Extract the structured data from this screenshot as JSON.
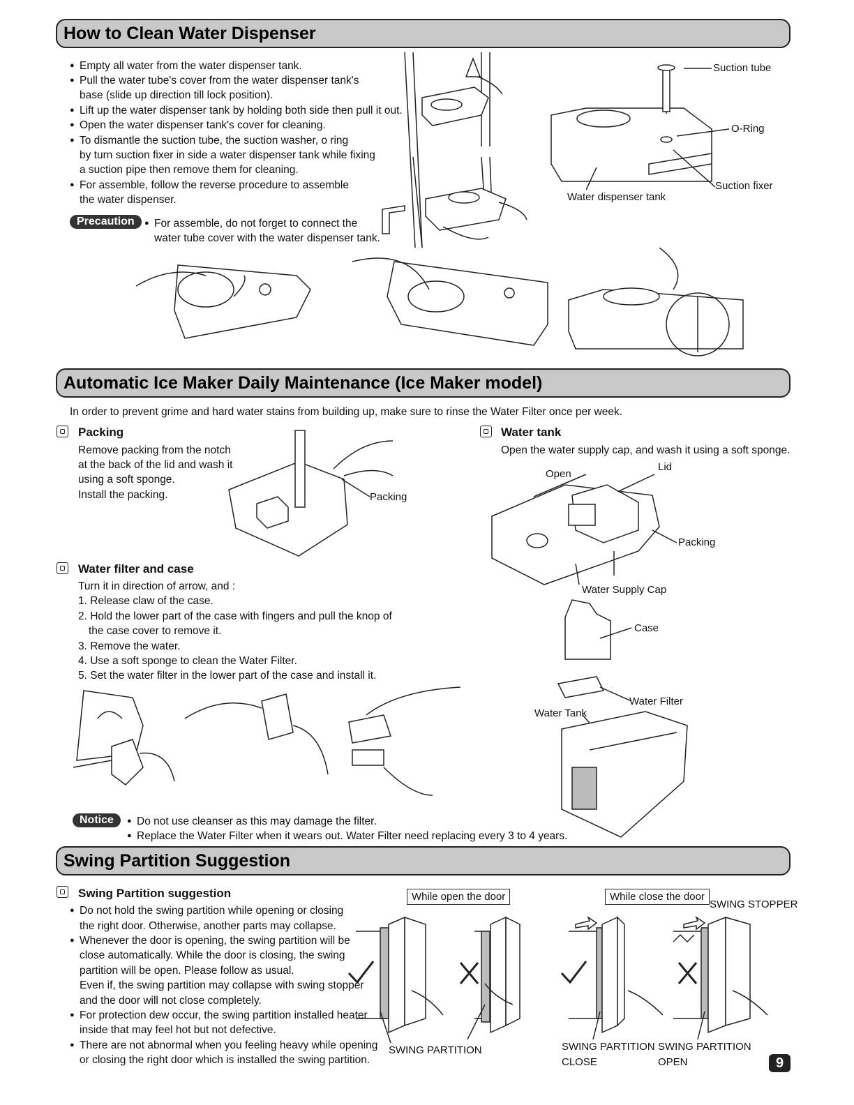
{
  "sections": {
    "water_dispenser": {
      "title": "How to Clean Water Dispenser",
      "bullets": [
        "Empty all water from the water dispenser tank.",
        "Pull the water tube's cover from the water dispenser tank's",
        "base (slide up direction till lock position).",
        "Lift up the water dispenser tank by holding both side then pull it out.",
        "Open the water dispenser tank's cover for cleaning.",
        "To dismantle the suction tube, the suction washer, o ring",
        "by turn suction fixer in side a water dispenser tank while fixing",
        "a suction pipe then remove them for cleaning.",
        "For assemble, follow the reverse procedure to assemble",
        "the water dispenser."
      ],
      "precaution_badge": "Precaution",
      "precaution_lines": [
        "For assemble, do not forget to connect the",
        "water tube cover with the water dispenser tank."
      ],
      "labels": {
        "suction_tube": "Suction tube",
        "o_ring": "O-Ring",
        "suction_fixer": "Suction fixer",
        "tank": "Water dispenser tank"
      }
    },
    "ice_maker": {
      "title": "Automatic Ice Maker Daily Maintenance (Ice Maker model)",
      "intro": "In order to prevent grime and hard water stains from building up, make sure to rinse the Water Filter once per week.",
      "packing": {
        "heading": "Packing",
        "lines": [
          "Remove packing from the notch",
          "at the back of the lid and wash it",
          "using a soft sponge.",
          "Install the packing."
        ],
        "label": "Packing"
      },
      "water_tank": {
        "heading": "Water tank",
        "line": "Open the water supply cap, and wash it using a soft sponge.",
        "labels": {
          "open": "Open",
          "lid": "Lid",
          "packing": "Packing",
          "supply_cap": "Water Supply Cap",
          "case": "Case",
          "filter": "Water Filter",
          "tank": "Water Tank"
        }
      },
      "filter_case": {
        "heading": "Water filter and case",
        "lines": [
          "Turn it in direction of arrow, and :",
          "1. Release claw of the case.",
          "2. Hold the lower part of the case with fingers and pull the knop of",
          "the case cover to remove it.",
          "3. Remove the water.",
          "4. Use a soft sponge to clean the Water Filter.",
          "5. Set the water filter in the lower part of the case and install it."
        ]
      },
      "notice_badge": "Notice",
      "notice_lines": [
        "Do not use cleanser as this may damage the filter.",
        "Replace the Water Filter when it wears out. Water Filter need replacing every 3 to 4 years."
      ]
    },
    "swing": {
      "title": "Swing Partition Suggestion",
      "heading": "Swing Partition suggestion",
      "bullets": [
        "Do not hold the swing partition while opening or closing",
        "the right door. Otherwise, another parts may collapse.",
        "Whenever the door is opening, the swing partition will be",
        "close automatically. While the door is closing, the swing",
        "partition will be open. Please follow as usual.",
        "Even if, the swing partition  may collapse with swing stopper",
        "and the door will not close completely.",
        "For protection dew occur, the swing partition installed heater",
        "inside that may feel hot but not defective.",
        "There are not abnormal when you feeling heavy while opening",
        "or closing the right door which is installed the swing partition."
      ],
      "box_open": "While open the door",
      "box_close": "While close the door",
      "labels": {
        "swing_stopper": "SWING STOPPER",
        "swing_partition": "SWING PARTITION",
        "sp_close_1": "SWING PARTITION",
        "sp_close_2": "CLOSE",
        "sp_open_1": "SWING PARTITION",
        "sp_open_2": "OPEN"
      }
    }
  },
  "page_number": "9"
}
